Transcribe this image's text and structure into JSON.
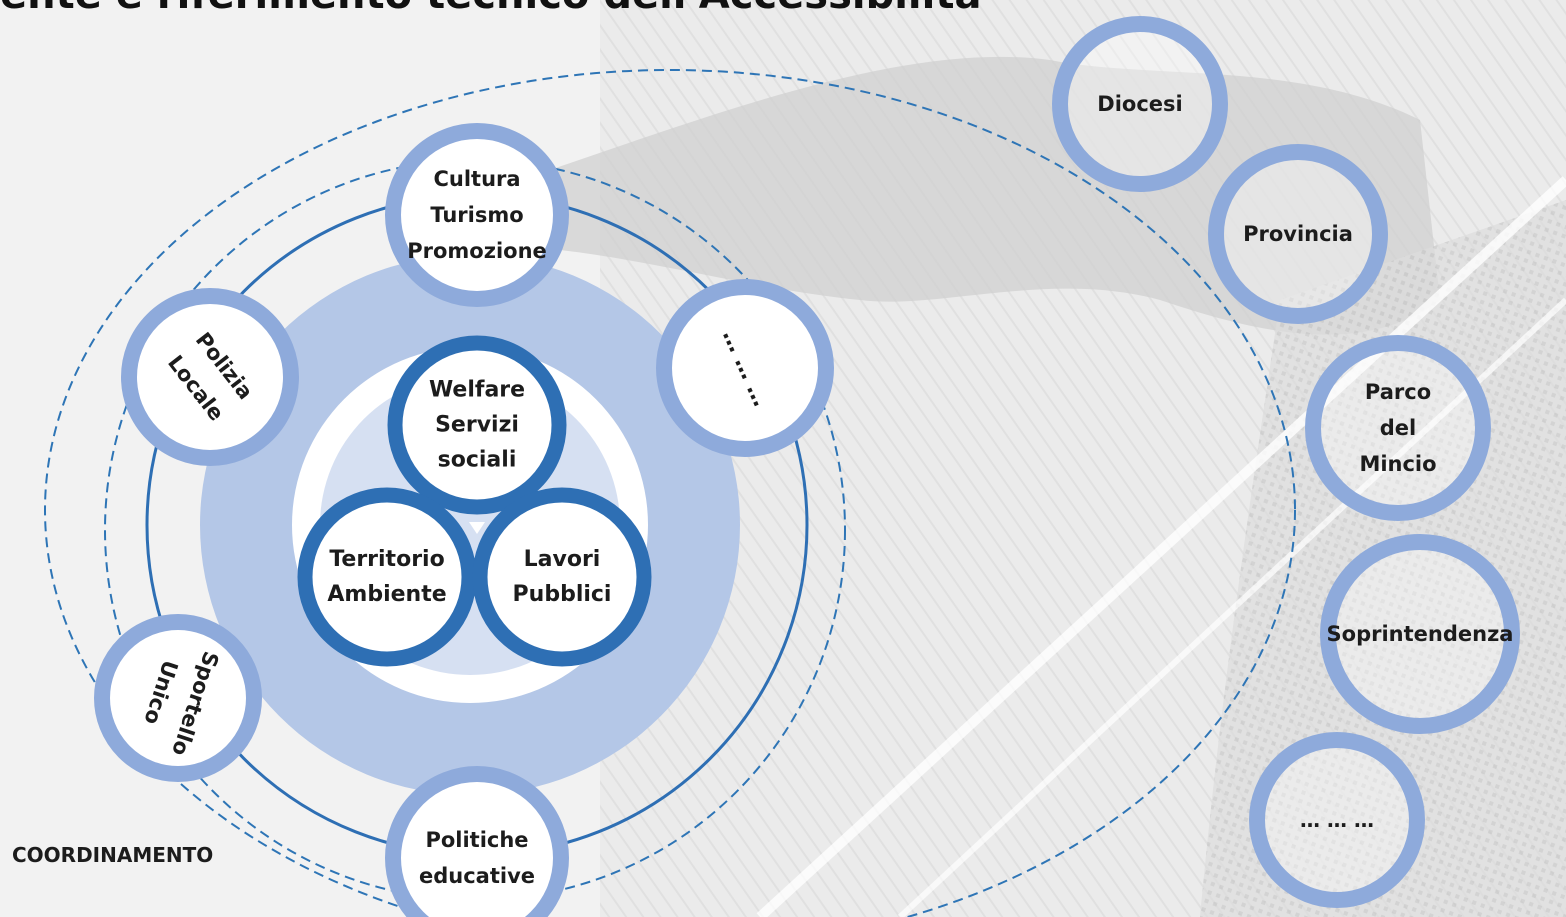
{
  "title": "ente e riferimento tecnico dell'Accessibilità",
  "coordination_label": "COORDINAMENTO",
  "core_offices": [
    {
      "lines": [
        "Welfare",
        "Servizi",
        "sociali"
      ]
    },
    {
      "lines": [
        "Territorio",
        "Ambiente"
      ]
    },
    {
      "lines": [
        "Lavori",
        "Pubblici"
      ]
    }
  ],
  "municipal_offices": [
    {
      "lines": [
        "Cultura",
        "Turismo",
        "Promozione"
      ]
    },
    {
      "lines": [
        "… … …"
      ]
    },
    {
      "lines": [
        "Polizia",
        "Locale"
      ]
    },
    {
      "lines": [
        "Sportello",
        "Unico"
      ]
    },
    {
      "lines": [
        "Politiche",
        "educative"
      ]
    }
  ],
  "external_bodies": [
    {
      "lines": [
        "Diocesi"
      ]
    },
    {
      "lines": [
        "Provincia"
      ]
    },
    {
      "lines": [
        "Parco",
        "del",
        "Mincio"
      ]
    },
    {
      "lines": [
        "Soprintendenza"
      ]
    },
    {
      "lines": [
        "… … …"
      ]
    }
  ],
  "colors": {
    "dark_blue": "#2e6fb4",
    "medium_blue": "#8eaadb",
    "light_blue": "#b4c7e7",
    "dashed_line": "#2e75b6",
    "background": "#f2f2f2"
  }
}
